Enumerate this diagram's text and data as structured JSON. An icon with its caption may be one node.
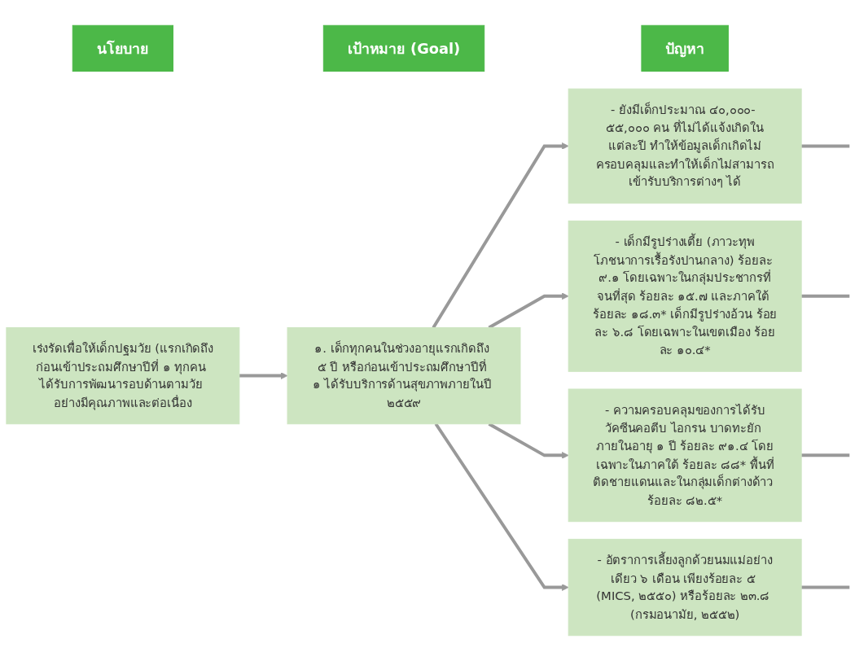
{
  "diagram": {
    "nodes": [
      {
        "text": [
          "นโยบาย"
        ]
      },
      {
        "text": [
          "เป้าหมาย (Goal)"
        ]
      },
      {
        "text": [
          "ปัญหา"
        ]
      },
      {
        "text": [
          "เร่งรัดเพื่อให้เด็กปฐมวัย (แรกเกิดถึงก่อนเข้าประถมศึกษาปีที่ ๑ ทุกคน ได้รับการพัฒนารอบด้านตามวัย อย่างมีคุณภาพและต่อเนื่อง"
        ]
      },
      {
        "text": [
          "๑. เด็กทุกคนในช่วงอายุแรกเกิดถึง ๕ ปี หรือก่อนเข้าประถมศึกษาปีที่ ๑ ได้รับบริการด้านสุขภาพภายในปี ๒๕๕๙"
        ]
      },
      {
        "text": [
          "- ยังมีเด็กประมาณ ๔๐,๐๐๐- ๕๕,๐๐๐ คน ที่ไม่ได้แจ้งเกิดในแต่ละปี ทำให้ข้อมูลเด็กเกิดไม่ครอบคลุมและทำให้เด็กไม่สามารถเข้ารับบริการต่างๆ ได้"
        ]
      },
      {
        "text": [
          "- เด็กมีรูปร่างเตี้ย (ภาวะทุพโภชนาการเรื้อรังปานกลาง) ร้อยละ ๙.๑ โดยเฉพาะในกลุ่มประชากรที่จนที่สุด ร้อยละ ๑๕.๗ และภาคใต้ ร้อยละ ๑๘.๓* เด็กมีรูปร่างอ้วน ร้อยละ ๖.๘ โดยเฉพาะในเขตเมือง ร้อยละ ๑๐.๔*"
        ]
      },
      {
        "text": [
          "- ความครอบคลุมของการได้รับวัคซีนคอตีบ ไอกรน บาดทะยัก ภายในอายุ ๑ ปี ร้อยละ ๙๑.๔ โดยเฉพาะในภาคใต้ ร้อยละ ๘๘* พื้นที่ติดชายแดนและในกลุ่มเด็กต่างด้าว ร้อยละ ๘๒.๕*"
        ]
      },
      {
        "text": [
          "- อัตราการเลี้ยงลูกด้วยนมแม่อย่างเดียว ๖ เดือน เพียงร้อยละ ๕ (MICS, ๒๕๕๐) หรือร้อยละ ๒๓.๘ (กรมอนามัย, ๒๕๕๒)"
        ]
      }
    ],
    "edges": [
      {
        "from": 3,
        "to": 4,
        "arrow": "to"
      },
      {
        "from": 4,
        "to": 5,
        "arrow": "to"
      },
      {
        "from": 4,
        "to": 6,
        "arrow": "to"
      },
      {
        "from": 4,
        "to": 7,
        "arrow": "to"
      },
      {
        "from": 4,
        "to": 8,
        "arrow": "to"
      },
      {
        "from": 5,
        "to": null,
        "arrow": "none"
      },
      {
        "from": 6,
        "to": null,
        "arrow": "none"
      },
      {
        "from": 7,
        "to": null,
        "arrow": "none"
      },
      {
        "from": 8,
        "to": null,
        "arrow": "none"
      }
    ]
  }
}
